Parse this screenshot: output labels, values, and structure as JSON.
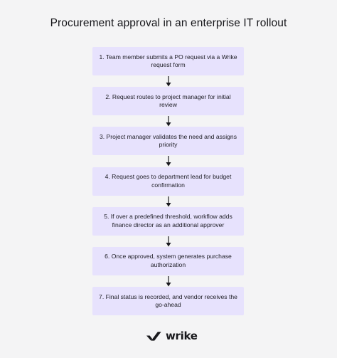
{
  "title": "Procurement approval in an enterprise IT rollout",
  "steps": [
    "1. Team member submits a PO request via a Wrike request form",
    "2. Request routes to project manager for initial review",
    "3. Project manager validates the need and assigns priority",
    "4. Request goes to department lead for budget confirmation",
    "5. If over a predefined threshold, workflow adds finance director as an additional approver",
    "6. Once approved, system generates purchase authorization",
    "7. Final status is recorded, and vendor receives the go-ahead"
  ],
  "brand": {
    "name": "wrike",
    "logo_icon": "wrike-checkmark-icon"
  },
  "colors": {
    "background": "#f4f4f5",
    "step_fill": "#e7e2fd",
    "arrow": "#1a1a1f",
    "text": "#1b1b20"
  }
}
